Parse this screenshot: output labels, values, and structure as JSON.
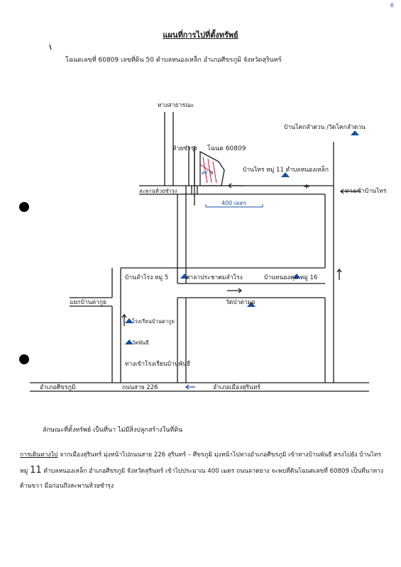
{
  "page_number": "6",
  "title": "แผนที่การไปที่ตั้งทรัพย์",
  "subtitle": "โฉนดเลขที่   60809   เลขที่ดิน  50   ตำบลหนองเหล็ก อำเภอศีขรภูมิ  จังหวัดสุรินทร์",
  "map": {
    "public_road": "ทางสาธารณะ",
    "creek": "ห้วยซำรุง",
    "deed": "โฉนด 60809",
    "plot_mark": "๙/ ข",
    "village_ban_thai": "บ้านไทร หมู่ 11 ตำบลหนองเหล็ก",
    "bridge": "สะพานห้วยซำรุง",
    "distance": "400 เมตร",
    "ban_khok": "บ้านโคกลำดวน /วัดโคกลำดวน",
    "ban_thai_entrance": "ทางเข้าบ้านไทร",
    "ban_lamrong": "บ้านลำโรง หมู่ 5",
    "sala": "ศาลาประชาคมลำโรง",
    "ban_nongkhum": "บ้านหนองคุม หมู่ 16",
    "wat_pa": "วัดป่าตามอ",
    "junction": "แยกบ้านตากูย",
    "school_takui": "โรงเรียนบ้านตากูย",
    "wat_phanthi": "วัดพันธี",
    "school_phanthi_entrance": "ทางเข้าโรงเรียนบ้านพันธี",
    "sikhoraphum": "อำเภอศีขรภูมิ",
    "road_226": "ถนนสาย 226",
    "mueang_surin": "อำเภอเมืองสุรินทร์"
  },
  "note": "ลักษณะที่ตั้งทรัพย์    เป็นที่นา  ไม่มีสิ่งปลูกสร้างในที่ดิน",
  "directions": {
    "lead": "การเดินทางไป",
    "text1": " จากเมืองสุรินทร์ มุ่งหน้าไปถนนสาย 226 สุรินทร์ – ศีขรภูมิ มุ่งหน้าไปทางอำเภอศีขรภูมิ เข้าทางบ้านพันธี  ตรงไปยัง บ้านไทร หมู่ ",
    "num": "11",
    "text2": " ตำบลหนองเหล็ก อำเภอศีขรภูมิ จังหวัดสุรินทร์  เข้าไปประมาณ  400 เมตร ถนนลาดยาง จะพบที่ดินโฉนดเลขที่ 60809 เป็นที่นาทางด้านขวา มือก่อนถึงสะพานห้วยซำรุง"
  },
  "colors": {
    "ink": "#1a1a1a",
    "blue": "#1a4fa0",
    "red": "#c8102e"
  }
}
